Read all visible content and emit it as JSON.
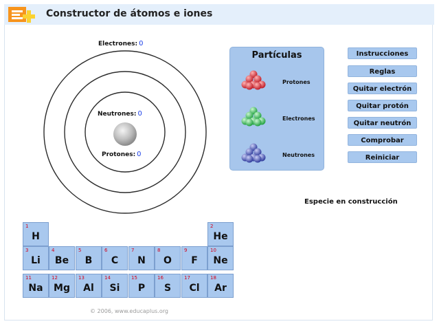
{
  "header": {
    "title": "Constructor de átomos e iones",
    "logo_colors": [
      "#f7941d",
      "#fbd230"
    ]
  },
  "atom": {
    "electrons_label": "Electrones:",
    "electrons_value": "0",
    "neutrons_label": "Neutrones:",
    "neutrons_value": "0",
    "protons_label": "Protones:",
    "protons_value": "0"
  },
  "particles": {
    "title": "Partículas",
    "items": [
      {
        "label": "Protones",
        "color": "#d9363e"
      },
      {
        "label": "Electrones",
        "color": "#3ec25a"
      },
      {
        "label": "Neutrones",
        "color": "#4452b5"
      }
    ]
  },
  "buttons": [
    "Instrucciones",
    "Reglas",
    "Quitar electrón",
    "Quitar protón",
    "Quitar neutrón",
    "Comprobar",
    "Reiniciar"
  ],
  "species": "Especie en construcción",
  "periodic_table": [
    {
      "num": "1",
      "sym": "H"
    },
    {
      "num": "2",
      "sym": "He"
    },
    {
      "num": "3",
      "sym": "Li"
    },
    {
      "num": "4",
      "sym": "Be"
    },
    {
      "num": "5",
      "sym": "B"
    },
    {
      "num": "6",
      "sym": "C"
    },
    {
      "num": "7",
      "sym": "N"
    },
    {
      "num": "8",
      "sym": "O"
    },
    {
      "num": "9",
      "sym": "F"
    },
    {
      "num": "10",
      "sym": "Ne"
    },
    {
      "num": "11",
      "sym": "Na"
    },
    {
      "num": "12",
      "sym": "Mg"
    },
    {
      "num": "13",
      "sym": "Al"
    },
    {
      "num": "14",
      "sym": "Si"
    },
    {
      "num": "15",
      "sym": "P"
    },
    {
      "num": "16",
      "sym": "S"
    },
    {
      "num": "17",
      "sym": "Cl"
    },
    {
      "num": "18",
      "sym": "Ar"
    }
  ],
  "footer": "© 2006, www.educaplus.org"
}
